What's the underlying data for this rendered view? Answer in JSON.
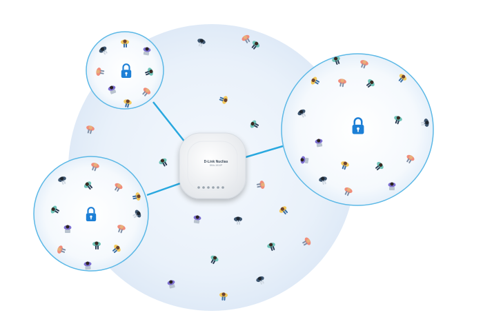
{
  "device": {
    "brand_label": "D-Link Nuclias",
    "model_label": "DBA-1510P",
    "name": "wireless-access-point"
  },
  "zones": [
    {
      "name": "top-left-secure-zone",
      "icon": "padlock-icon"
    },
    {
      "name": "left-secure-zone",
      "icon": "padlock-icon"
    },
    {
      "name": "right-secure-zone",
      "icon": "padlock-icon"
    }
  ],
  "colors": {
    "coverage": "#e8f1fa",
    "zone_border": "#5bb8e6",
    "link_line": "#29a8df",
    "padlock": "#1c7fd6",
    "device_body": "#f4f5f7"
  }
}
